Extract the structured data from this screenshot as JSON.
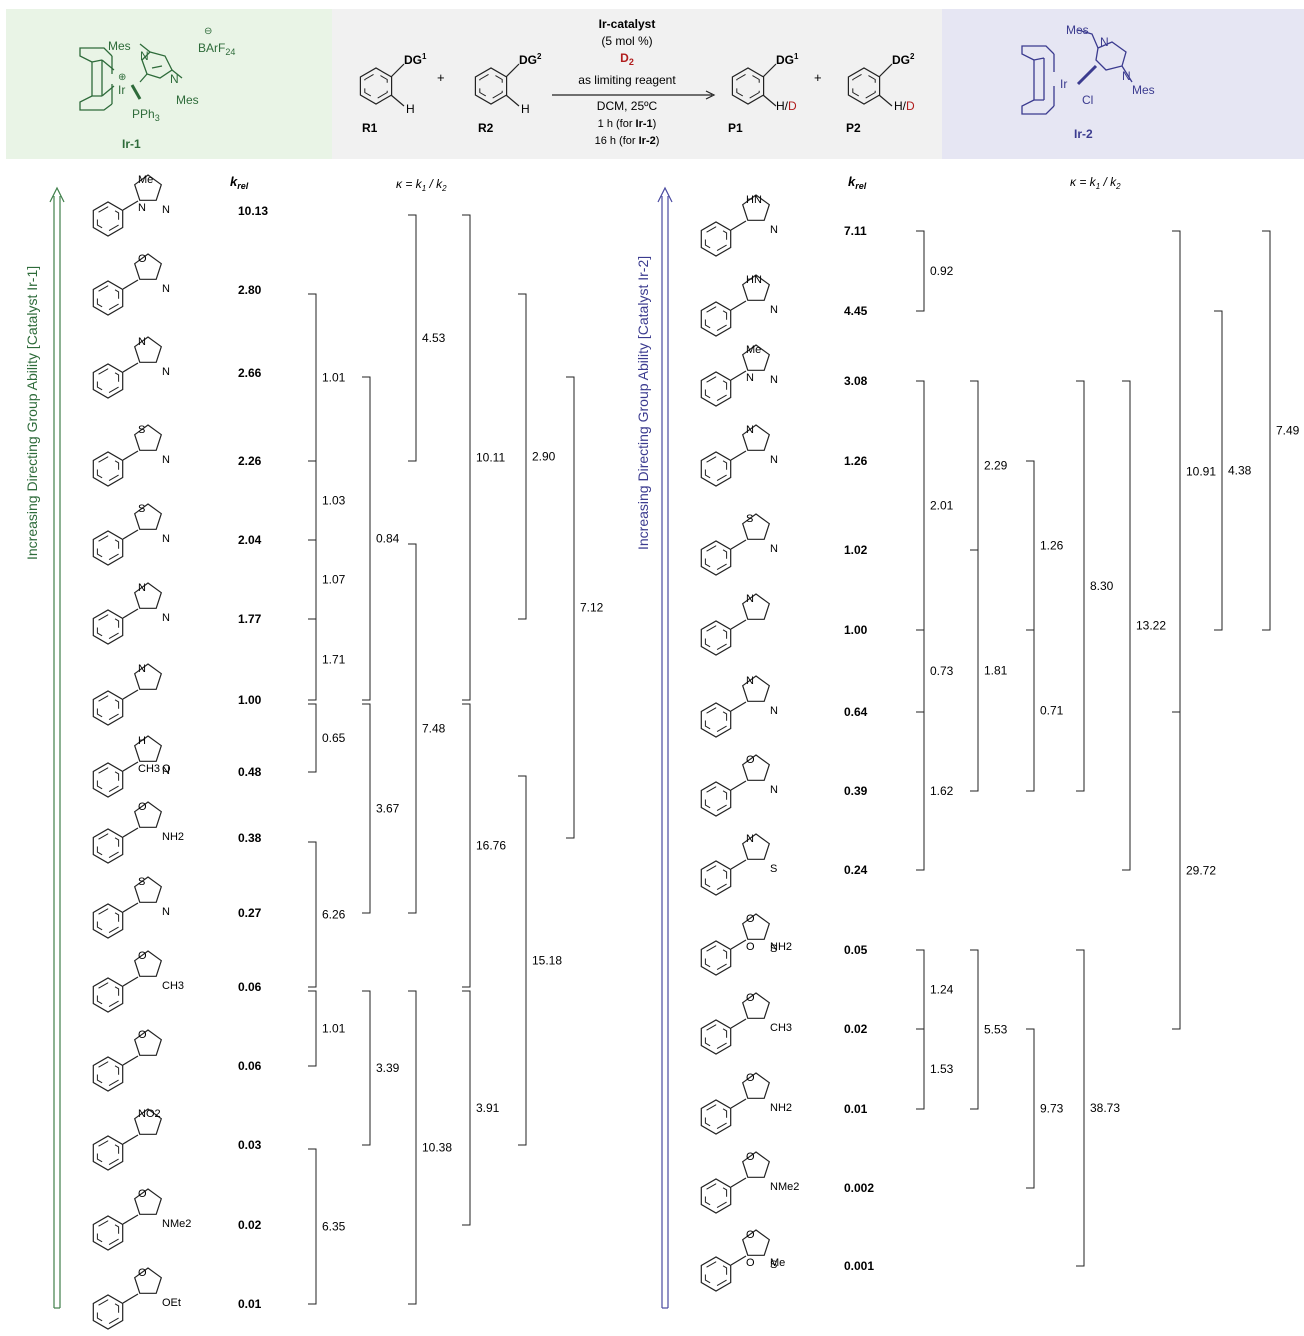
{
  "header": {
    "ir1_label": "Ir-1",
    "ir1_mes_top": "Mes",
    "ir1_mes_bottom": "Mes",
    "ir1_counterion": "BArF",
    "ir1_counterion_sub": "24",
    "ir1_metal": "Ir",
    "ir1_ligand": "PPh",
    "ir1_ligand_sub": "3",
    "ir1_n": "N",
    "r1": "R1",
    "r2": "R2",
    "p1": "P1",
    "p2": "P2",
    "dg1": "DG",
    "dg1_sup": "1",
    "dg2": "DG",
    "dg2_sup": "2",
    "h": "H",
    "hd_h": "H/",
    "hd_d": "D",
    "plus": "+",
    "catalyst": "Ir-catalyst",
    "loading": "(5 mol %)",
    "d2": "D",
    "d2_sub": "2",
    "limiting": "as limiting reagent",
    "solvent": "DCM, 25ºC",
    "time1_a": "1 h (for ",
    "time1_b": "Ir-1",
    "time1_c": ")",
    "time2_a": "16 h (for ",
    "time2_b": "Ir-2",
    "time2_c": ")",
    "ir2_label": "Ir-2",
    "ir2_mes_top": "Mes",
    "ir2_mes_bottom": "Mes",
    "ir2_metal": "Ir",
    "ir2_cl": "Cl",
    "ir2_n": "N",
    "colors": {
      "ir1": "#2e6b3a",
      "ir2": "#3b3b8f",
      "deuterium": "#b01c1c",
      "arrow1": "#3f7f4a",
      "arrow2": "#4a4aa0"
    }
  },
  "left": {
    "axis_label": "Increasing Directing Group Ability [Catalyst Ir-1]",
    "krel_label": "k",
    "krel_sub": "rel",
    "kappa_label": "κ = k",
    "kappa_mid": " / k",
    "sub1": "1",
    "sub2": "2",
    "krel": [
      "10.13",
      "2.80",
      "2.66",
      "2.26",
      "2.04",
      "1.77",
      "1.00",
      "0.48",
      "0.38",
      "0.27",
      "0.06",
      "0.06",
      "0.03",
      "0.02",
      "0.01"
    ],
    "substituents": [
      {
        "name": "N-methylimidazolyl",
        "labels": [
          "Me",
          "N",
          "N"
        ]
      },
      {
        "name": "oxazolinyl",
        "labels": [
          "O",
          "N"
        ]
      },
      {
        "name": "pyrimidinyl",
        "labels": [
          "N",
          "N"
        ]
      },
      {
        "name": "thiazolinyl",
        "labels": [
          "S",
          "N"
        ]
      },
      {
        "name": "thiazolyl",
        "labels": [
          "S",
          "N"
        ]
      },
      {
        "name": "pyrazolyl",
        "labels": [
          "N",
          "N"
        ]
      },
      {
        "name": "pyridyl",
        "labels": [
          "N"
        ]
      },
      {
        "name": "acetanilide",
        "labels": [
          "H",
          "N",
          "CH3",
          "O"
        ]
      },
      {
        "name": "primary-amide",
        "labels": [
          "O",
          "NH2"
        ]
      },
      {
        "name": "benzothiazolyl",
        "labels": [
          "S",
          "N"
        ]
      },
      {
        "name": "acetyl",
        "labels": [
          "O",
          "CH3"
        ]
      },
      {
        "name": "benzoyl",
        "labels": [
          "O"
        ]
      },
      {
        "name": "nitro",
        "labels": [
          "NO2"
        ]
      },
      {
        "name": "dimethylamide",
        "labels": [
          "O",
          "NMe2"
        ]
      },
      {
        "name": "ethyl-ester",
        "labels": [
          "O",
          "OEt"
        ]
      }
    ],
    "kappa": [
      "1.01",
      "1.03",
      "1.07",
      "1.71",
      "0.65",
      "6.26",
      "1.01",
      "6.35",
      "0.84",
      "3.67",
      "3.39",
      "4.53",
      "7.48",
      "10.38",
      "10.11",
      "16.76",
      "3.91",
      "2.90",
      "15.18",
      "7.12"
    ]
  },
  "right": {
    "axis_label": "Increasing Directing Group Ability [Catalyst Ir-2]",
    "krel_label": "k",
    "krel_sub": "rel",
    "kappa_label": "κ = k",
    "kappa_mid": " / k",
    "sub1": "1",
    "sub2": "2",
    "krel": [
      "7.11",
      "4.45",
      "3.08",
      "1.26",
      "1.02",
      "1.00",
      "0.64",
      "0.39",
      "0.24",
      "0.05",
      "0.02",
      "0.01",
      "0.002",
      "0.001"
    ],
    "substituents": [
      {
        "name": "NH-imidazolyl",
        "labels": [
          "HN",
          "N"
        ]
      },
      {
        "name": "imidazolinyl",
        "labels": [
          "HN",
          "N"
        ]
      },
      {
        "name": "N-methylimidazolyl",
        "labels": [
          "Me",
          "N",
          "N"
        ]
      },
      {
        "name": "pyrimidinyl",
        "labels": [
          "N",
          "N"
        ]
      },
      {
        "name": "thiazolinyl",
        "labels": [
          "S",
          "N"
        ]
      },
      {
        "name": "pyridyl",
        "labels": [
          "N"
        ]
      },
      {
        "name": "pyrazolyl",
        "labels": [
          "N",
          "N"
        ]
      },
      {
        "name": "oxazolinyl",
        "labels": [
          "O",
          "N"
        ]
      },
      {
        "name": "thiazolyl",
        "labels": [
          "N",
          "S"
        ]
      },
      {
        "name": "sulfonamide",
        "labels": [
          "O",
          "S",
          "O",
          "NH2"
        ]
      },
      {
        "name": "acetyl",
        "labels": [
          "O",
          "CH3"
        ]
      },
      {
        "name": "primary-amide",
        "labels": [
          "O",
          "NH2"
        ]
      },
      {
        "name": "dimethylamide",
        "labels": [
          "O",
          "NMe2"
        ]
      },
      {
        "name": "methylsulfone",
        "labels": [
          "O",
          "S",
          "O",
          "Me"
        ]
      }
    ],
    "kappa": [
      "0.92",
      "2.01",
      "0.73",
      "1.62",
      "1.24",
      "1.53",
      "2.29",
      "1.81",
      "5.53",
      "1.26",
      "0.71",
      "9.73",
      "8.30",
      "38.73",
      "13.22",
      "10.91",
      "29.72",
      "4.38",
      "7.49"
    ]
  }
}
